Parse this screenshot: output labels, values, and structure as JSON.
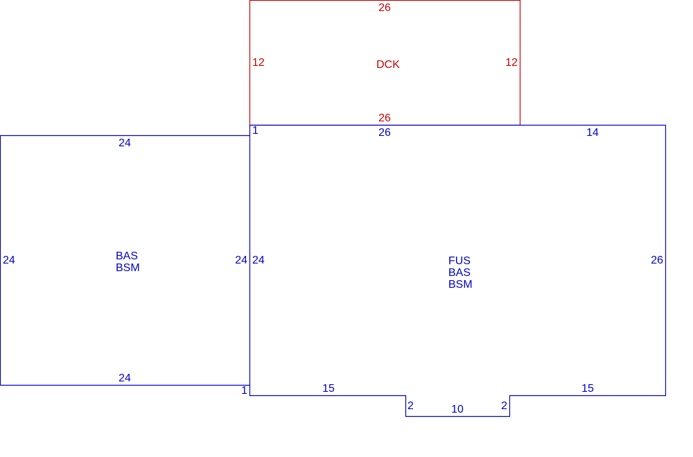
{
  "colors": {
    "deck": "#cc0000",
    "house": "#0000cc",
    "background": "#ffffff"
  },
  "deck": {
    "area_label": "DCK",
    "dim_top": "26",
    "dim_left": "12",
    "dim_right": "12",
    "dim_bottom": "26"
  },
  "left_section": {
    "area_label_1": "BAS",
    "area_label_2": "BSM",
    "dim_top": "24",
    "dim_left": "24",
    "dim_right": "24",
    "dim_bottom": "24",
    "dim_bottom_right_step": "1"
  },
  "main_section": {
    "area_label_1": "FUS",
    "area_label_2": "BAS",
    "area_label_3": "BSM",
    "dim_top_left_step": "1",
    "dim_top_left": "26",
    "dim_top_right": "14",
    "dim_left": "24",
    "dim_right": "26",
    "dim_bottom_left": "15",
    "dim_bottom_right": "15",
    "dim_notch_left": "2",
    "dim_notch_right": "2",
    "dim_notch_bottom": "10"
  }
}
